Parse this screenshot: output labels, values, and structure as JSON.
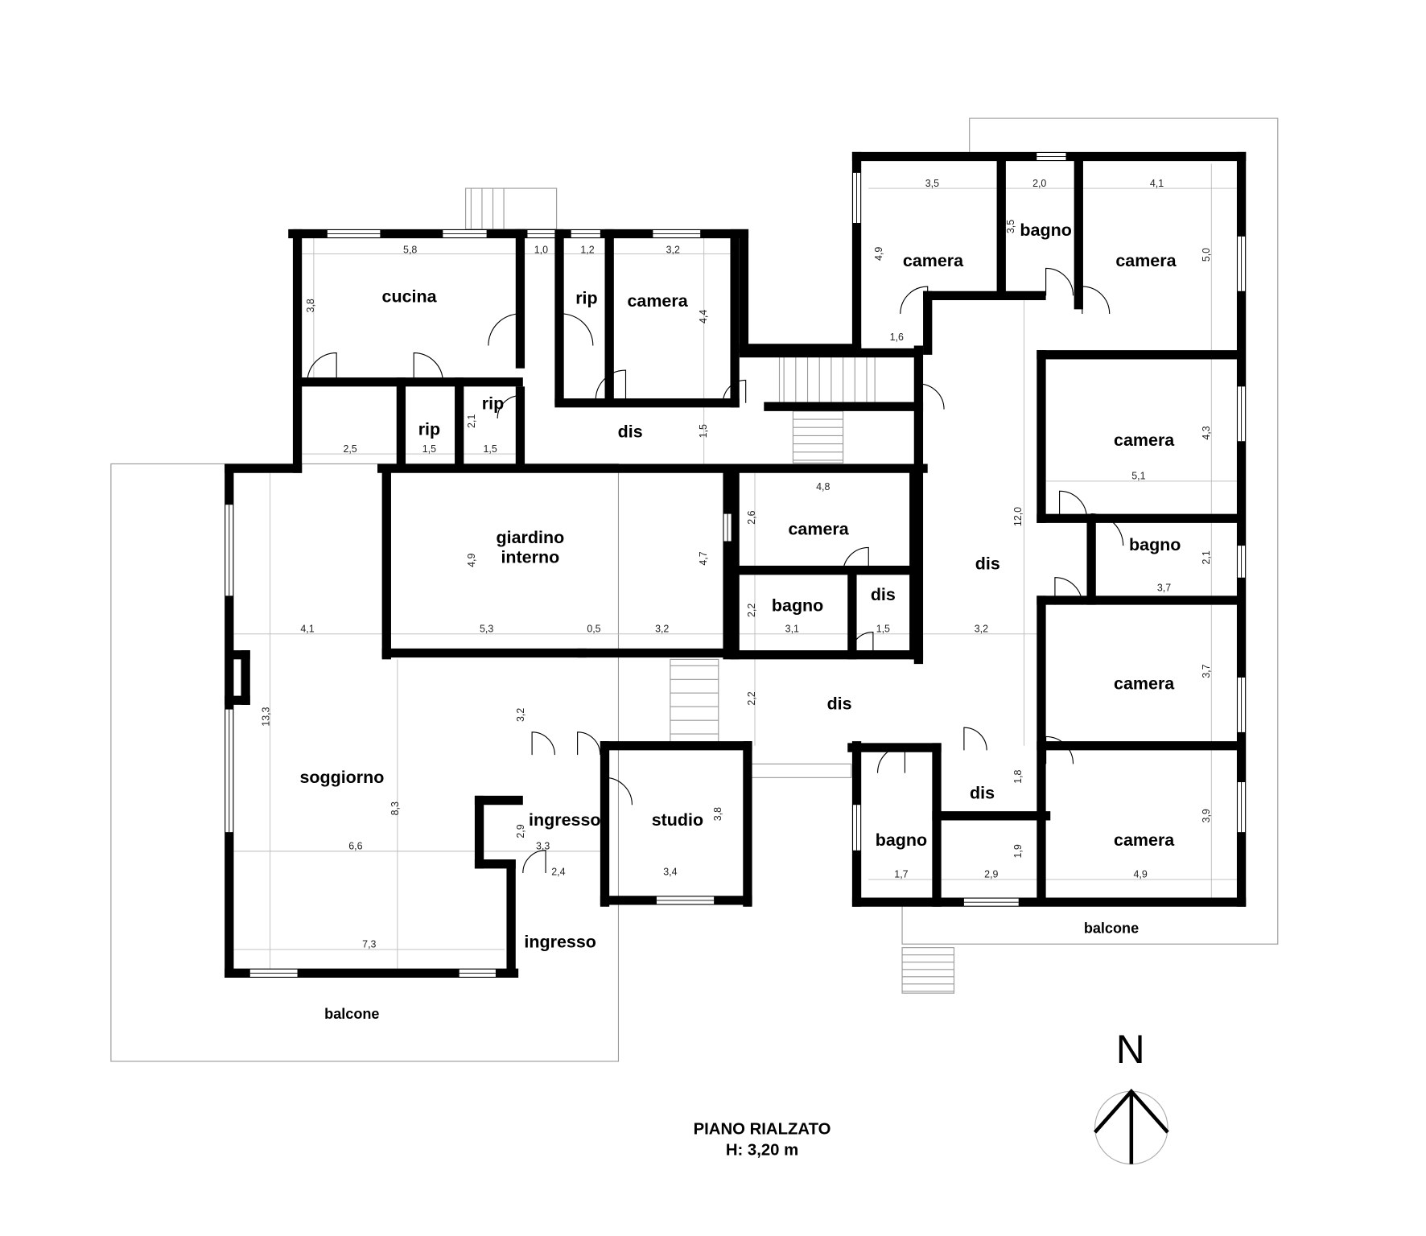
{
  "title": {
    "line1": "PIANO RIALZATO",
    "line2": "H: 3,20 m"
  },
  "compass": {
    "label": "N"
  },
  "rooms": [
    "cucina",
    "rip",
    "camera",
    "rip",
    "rip",
    "dis",
    "giardino",
    "interno",
    "camera",
    "bagno",
    "dis",
    "dis",
    "dis",
    "soggiorno",
    "ingresso",
    "studio",
    "ingresso",
    "balcone",
    "camera",
    "bagno",
    "camera",
    "camera",
    "bagno",
    "camera",
    "dis",
    "bagno",
    "camera",
    "balcone"
  ],
  "dimensions": [
    "5,8",
    "1,0",
    "1,2",
    "3,2",
    "3,8",
    "4,4",
    "2,5",
    "1,5",
    "2,1",
    "1,5",
    "1,5",
    "4,9",
    "4,7",
    "4,8",
    "2,6",
    "2,2",
    "3,1",
    "1,5",
    "4,1",
    "5,3",
    "0,5",
    "3,2",
    "3,2",
    "12,0",
    "13,3",
    "3,2",
    "2,2",
    "8,3",
    "6,6",
    "2,9",
    "3,3",
    "2,4",
    "3,4",
    "3,8",
    "7,3",
    "3,5",
    "2,0",
    "4,1",
    "4,9",
    "3,5",
    "5,0",
    "1,6",
    "4,3",
    "5,1",
    "2,1",
    "3,7",
    "3,7",
    "1,8",
    "3,9",
    "1,9",
    "1,7",
    "2,9",
    "4,9"
  ],
  "colors": {
    "wall": "#000000",
    "line": "#999999"
  }
}
